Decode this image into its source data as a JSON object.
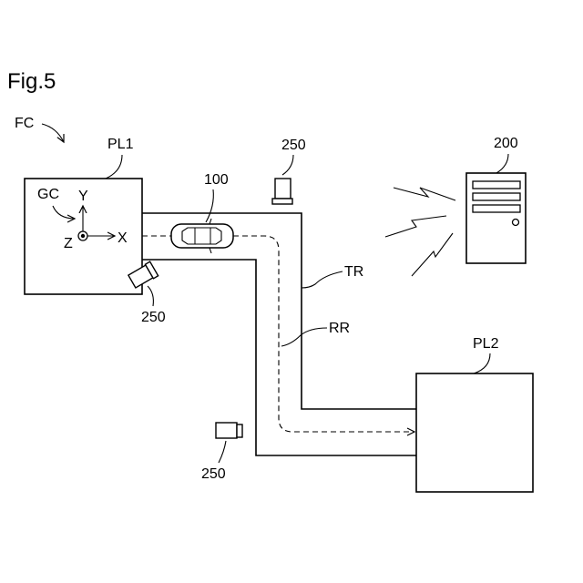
{
  "figure_title": "Fig.5",
  "labels": {
    "facility": "FC",
    "parking_lot_1": "PL1",
    "parking_lot_2": "PL2",
    "global_coordinate": "GC",
    "axis_x": "X",
    "axis_y": "Y",
    "axis_z": "Z",
    "vehicle": "100",
    "server": "200",
    "camera_top": "250",
    "camera_left": "250",
    "camera_bottom": "250",
    "track": "TR",
    "route": "RR"
  }
}
